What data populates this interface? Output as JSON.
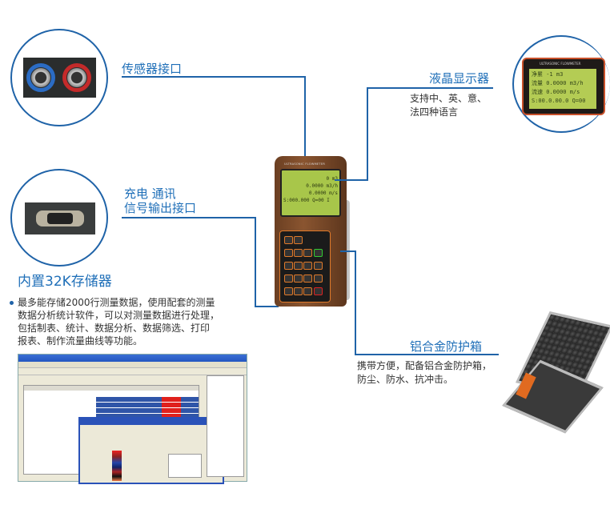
{
  "callouts": {
    "sensor_port": {
      "title": "传感器接口"
    },
    "comm_port": {
      "title_line1": "充电 通讯",
      "title_line2": "信号输出接口"
    },
    "lcd": {
      "title": "液晶显示器",
      "desc_line1": "支持中、英、意、",
      "desc_line2": "法四种语言"
    },
    "memory": {
      "title": "内置32K存储器",
      "desc_line1": "最多能存储2000行测量数据，使用配套的测量",
      "desc_line2": "数据分析统计软件，可以对测量数据进行处理，",
      "desc_line3": "包括制表、统计、数据分析、数据筛选、打印",
      "desc_line4": "报表、制作流量曲线等功能。"
    },
    "case": {
      "title": "铝合金防护箱",
      "desc_line1": "携带方便，配备铝合金防护箱，",
      "desc_line2": "防尘、防水、抗冲击。"
    }
  },
  "device": {
    "brand": "ULTRASONIC FLOWMETER",
    "screen": [
      "0 m3",
      "0.0000 m3/h",
      "0.0000 m/s",
      "S:000.000 Q=00 I"
    ]
  },
  "lcd_closeup": {
    "brand": "ULTRASONIC FLOWMETER",
    "screen": [
      "净累     -1 m3",
      "流量 0.0000 m3/h",
      "流速 0.0000 m/s",
      "S:00.0.00.0 Q=00"
    ]
  },
  "colors": {
    "accent": "#1f63a8",
    "label": "#1f6fb8",
    "device_body": "#7a4a2a",
    "keypad_border": "#e07a2a"
  }
}
